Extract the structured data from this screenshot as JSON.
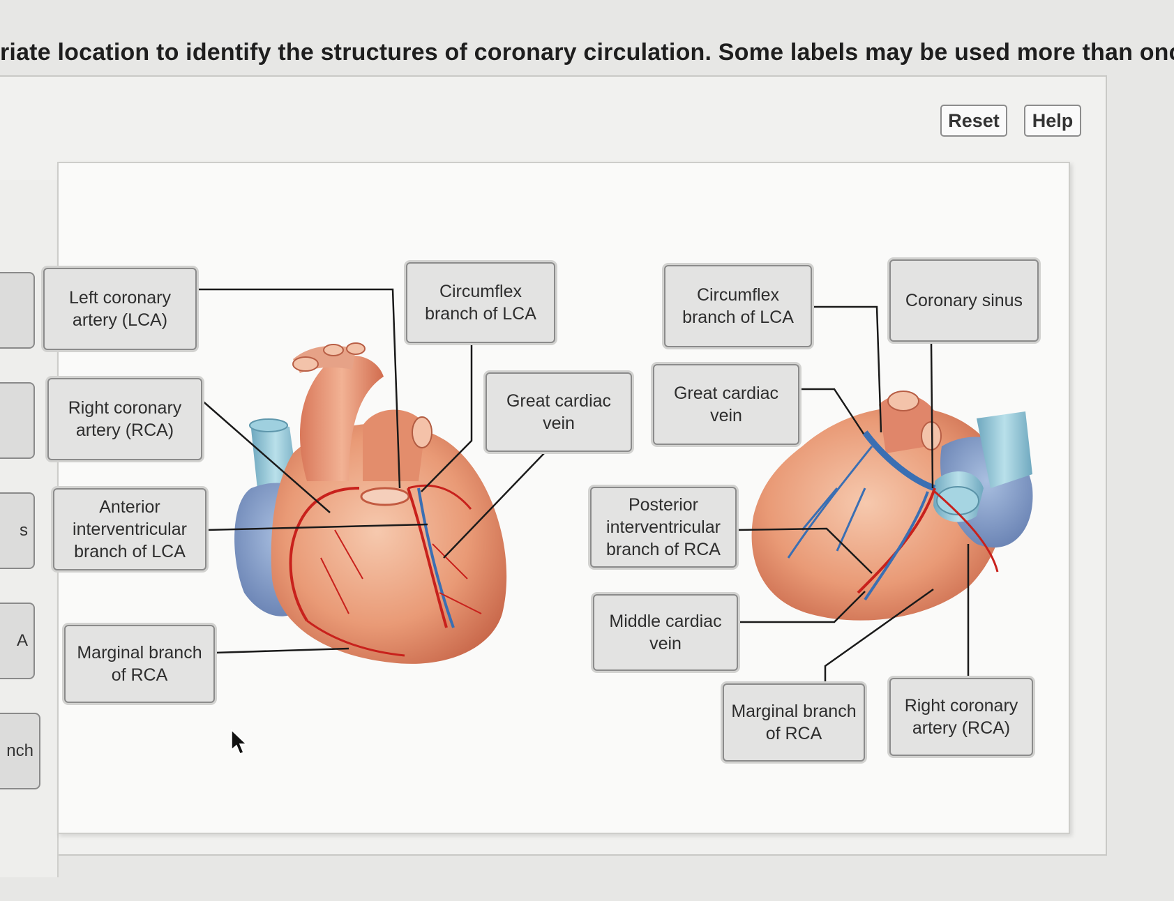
{
  "instructions": "riate location to identify the structures of coronary circulation. Some labels may be used more than once.",
  "toolbar": {
    "reset_label": "Reset",
    "help_label": "Help"
  },
  "sidebar_chips": [
    "",
    "",
    "s",
    "A",
    "nch"
  ],
  "labels": {
    "left_coronary_artery": "Left coronary artery (LCA)",
    "right_coronary_artery_anterior": "Right coronary artery (RCA)",
    "anterior_interventricular": "Anterior interventricular branch of LCA",
    "marginal_branch_anterior": "Marginal branch of RCA",
    "circumflex_anterior": "Circumflex branch of LCA",
    "great_cardiac_vein_anterior": "Great cardiac vein",
    "circumflex_posterior": "Circumflex branch of LCA",
    "great_cardiac_vein_posterior": "Great cardiac vein",
    "posterior_interventricular": "Posterior interventricular branch of RCA",
    "middle_cardiac_vein": "Middle cardiac vein",
    "coronary_sinus": "Coronary sinus",
    "marginal_branch_posterior": "Marginal branch of RCA",
    "right_coronary_artery_posterior": "Right coronary artery (RCA)"
  },
  "colors": {
    "artery": "#c8211c",
    "vein": "#3a6fb3",
    "heart_muscle": "#e79a76",
    "atrium": "#7f9ac7",
    "vessel_blue": "#8fc4d6"
  }
}
